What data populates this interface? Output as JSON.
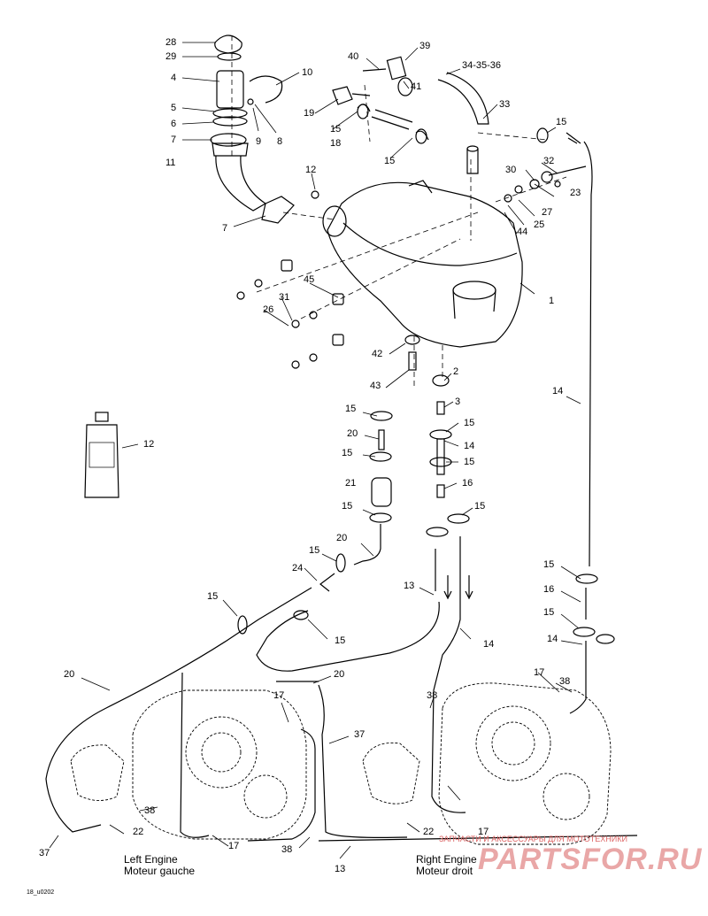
{
  "callouts": {
    "c28": "28",
    "c29": "29",
    "c4": "4",
    "c10": "10",
    "c5": "5",
    "c6": "6",
    "c7a": "7",
    "c9": "9",
    "c8": "8",
    "c11": "11",
    "c7b": "7",
    "c40": "40",
    "c39": "39",
    "c34": "34-35-36",
    "c41": "41",
    "c19": "19",
    "c15a": "15",
    "c18": "18",
    "c15b": "15",
    "c33": "33",
    "c15c": "15",
    "c32": "32",
    "c30": "30",
    "c23": "23",
    "c12a": "12",
    "c27": "27",
    "c25": "25",
    "c44": "44",
    "c45": "45",
    "c1": "1",
    "c31": "31",
    "c26": "26",
    "c42": "42",
    "c2": "2",
    "c43": "43",
    "c3": "3",
    "c14a": "14",
    "c15d": "15",
    "c15e": "15",
    "c20a": "20",
    "c14b": "14",
    "c15f": "15",
    "c15g": "15",
    "c21": "21",
    "c16a": "16",
    "c15h": "15",
    "c15i": "15",
    "c12b": "12",
    "c20b": "20",
    "c15j": "15",
    "c24": "24",
    "c15k": "15",
    "c16b": "16",
    "c15l": "15",
    "c15m": "15",
    "c13a": "13",
    "c14c": "14",
    "c15n": "15",
    "c14d": "14",
    "c20c": "20",
    "c17a": "17",
    "c38a": "38",
    "c20d": "20",
    "c38b": "38",
    "c17b": "17",
    "c37a": "37",
    "c38c": "38",
    "c22a": "22",
    "c22b": "22",
    "c17c": "17",
    "c17d": "17",
    "c37b": "37",
    "c38d": "38",
    "c13b": "13"
  },
  "captions": {
    "left_engine_en": "Left Engine",
    "left_engine_fr": "Moteur gauche",
    "right_engine_en": "Right Engine",
    "right_engine_fr": "Moteur droit"
  },
  "drawing_code": "18_u0202",
  "watermark": {
    "tagline": "ЗАПЧАСТИ И АКСЕССУАРЫ ДЛЯ МОТОТЕХНИКИ",
    "logo": "PARTSFOR.RU"
  }
}
